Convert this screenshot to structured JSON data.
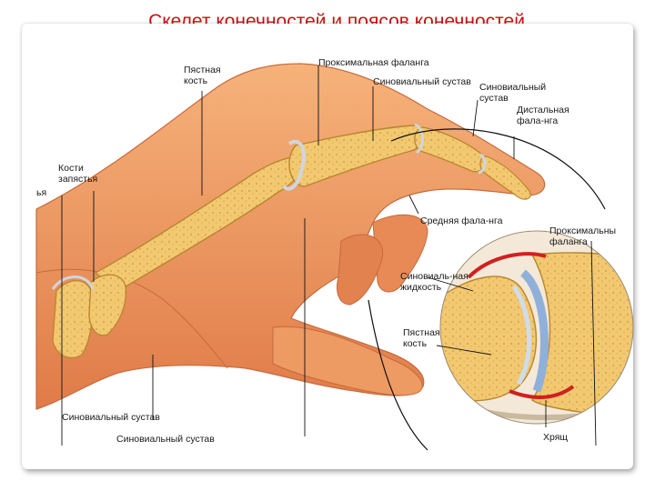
{
  "slide": {
    "title": "Скелет конечностей и поясов конечностей"
  },
  "labels": {
    "metacarpal_top": [
      "Пястная",
      "кость"
    ],
    "proximal_phalanx": [
      "Проксимальная фаланга"
    ],
    "synovial_joint_top": [
      "Синовиальный сустав"
    ],
    "synovial_joint_right": [
      "Синовиальный",
      "сустав"
    ],
    "distal_phalanx": [
      "Дистальная",
      "фала-нга"
    ],
    "carpal_bones": [
      "Кости",
      "запястья"
    ],
    "cut_left": [
      "ья"
    ],
    "middle_phalanx": [
      "Средняя фала-нга"
    ],
    "proximal_phalanx_inset": [
      "Проксимальны",
      "фаланга"
    ],
    "synovial_fluid": [
      "Синовиаль-ная",
      "жидкость"
    ],
    "metacarpal_inset": [
      "Пястная",
      "кость"
    ],
    "cartilage": [
      "Хрящ"
    ],
    "synovial_joint_bottom_left": [
      "Синовиальный сустав"
    ],
    "synovial_joint_bottom": [
      "Синовиальный сустав"
    ]
  },
  "colors": {
    "title": "#cc1111",
    "skin": "#f0a068",
    "skin_shadow": "#d9784a",
    "bone": "#f2c871",
    "bone_edge": "#c99a3f",
    "cartilage": "#9fb8d8",
    "synovial_membrane": "#d02020"
  }
}
